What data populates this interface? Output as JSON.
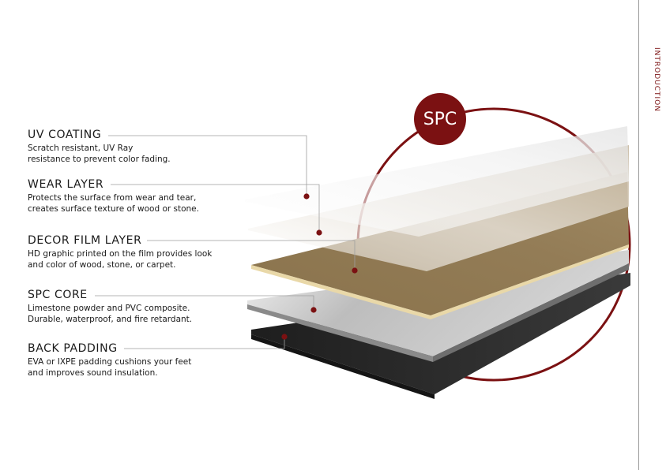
{
  "colors": {
    "accent": "#7b1112",
    "text": "#1a1a1a",
    "wood": "#8c7650",
    "wood_light": "#c9bca4",
    "core": "#d9d9d9",
    "padding": "#2b2b2b"
  },
  "badge": {
    "text": "SPC"
  },
  "side_label": "INTRODUCTION",
  "layers": [
    {
      "title": "UV COATING",
      "desc_line1": "Scratch resistant, UV Ray",
      "desc_line2": "resistance to prevent color fading."
    },
    {
      "title": "WEAR LAYER",
      "desc_line1": "Protects the surface from wear and tear,",
      "desc_line2": "creates surface texture of wood or stone."
    },
    {
      "title": "DECOR FILM LAYER",
      "desc_line1": "HD graphic printed on the film provides look",
      "desc_line2": "and color of wood, stone, or carpet."
    },
    {
      "title": "SPC CORE",
      "desc_line1": "Limestone powder and PVC composite.",
      "desc_line2": "Durable, waterproof, and fire retardant."
    },
    {
      "title": "BACK PADDING",
      "desc_line1": "EVA or IXPE padding cushions your feet",
      "desc_line2": "and improves sound insulation."
    }
  ]
}
